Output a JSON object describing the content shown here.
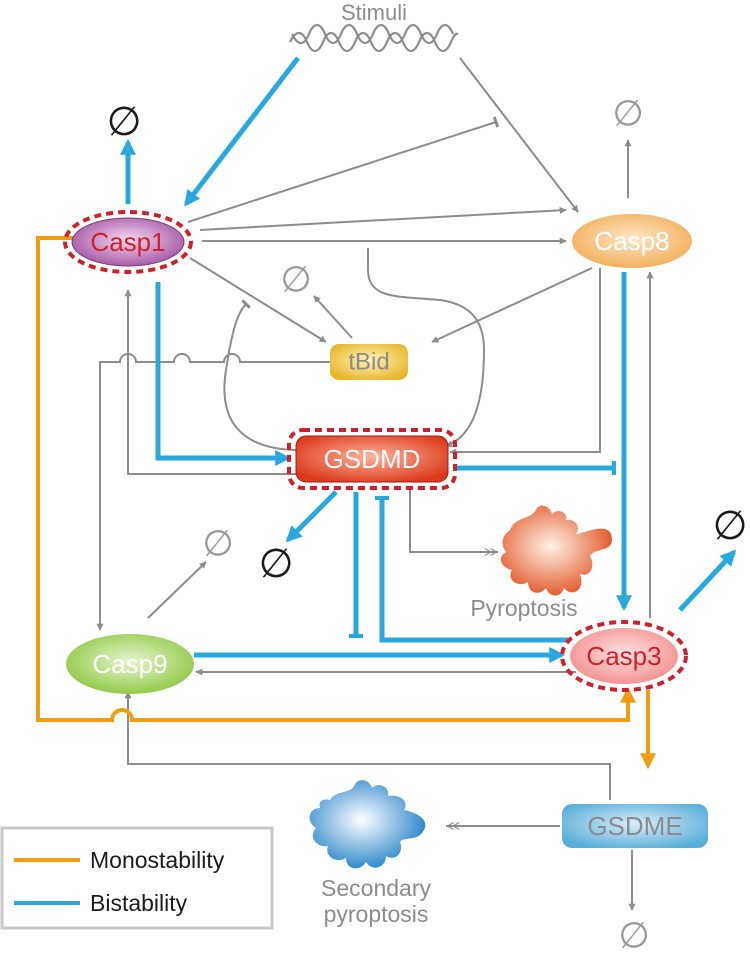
{
  "nodes": {
    "casp1": "Casp1",
    "casp8": "Casp8",
    "tbid": "tBid",
    "gsdmd": "GSDMD",
    "casp9": "Casp9",
    "casp3": "Casp3",
    "gsdme": "GSDME"
  },
  "labels": {
    "stimuli": "Stimuli",
    "pyroptosis": "Pyroptosis",
    "secondary_line1": "Secondary",
    "secondary_line2": "pyroptosis",
    "null_symbol": "∅"
  },
  "legend": {
    "monostability": "Monostability",
    "bistability": "Bistability"
  },
  "colors": {
    "gray": "#8c8c8c",
    "bistability": "#29a8e0",
    "monostability": "#f39c12",
    "dashed_outline": "#d11f2a",
    "null_dark": "#1a1a1a",
    "null_gray": "#9a9a9a"
  }
}
